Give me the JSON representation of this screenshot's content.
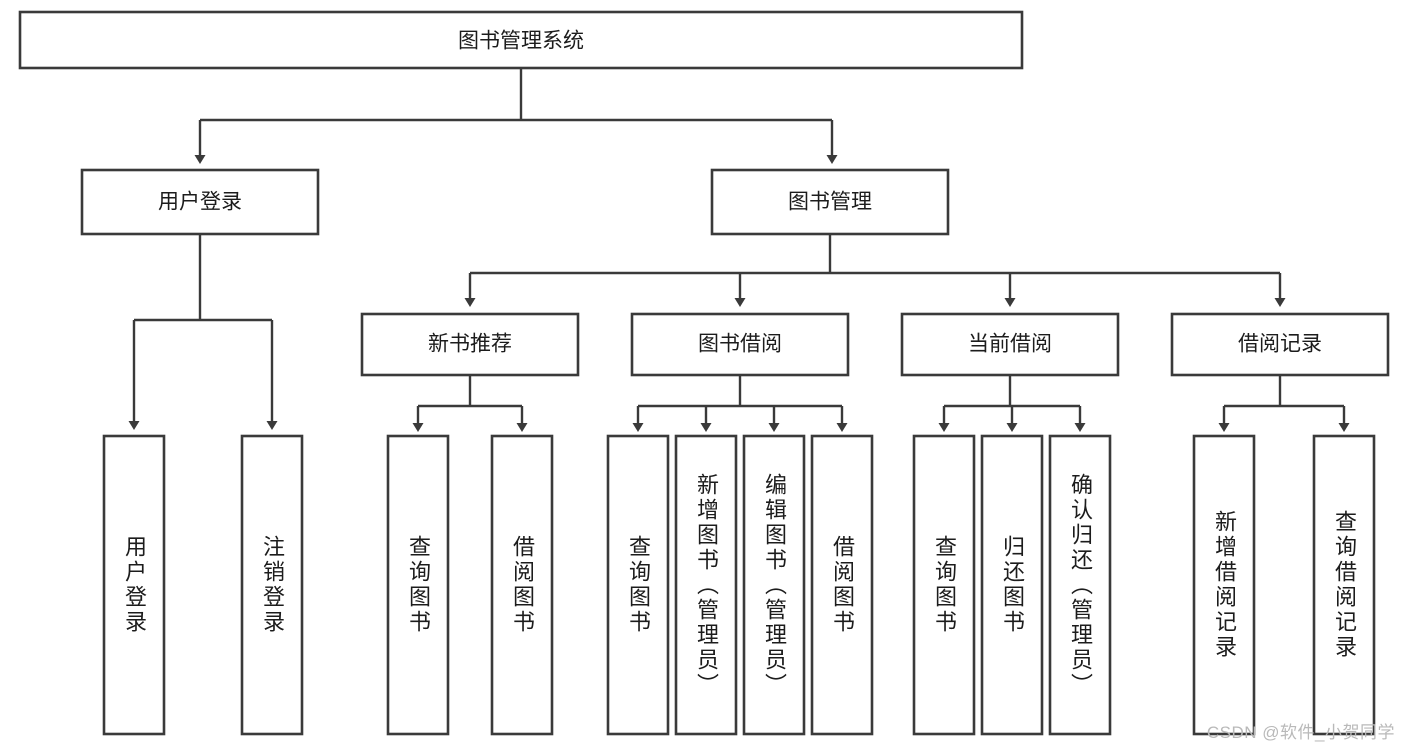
{
  "diagram": {
    "type": "tree-hierarchy",
    "title": "图书管理系统",
    "orientation": "top-down",
    "colors": {
      "box_stroke": "#3a3a3a",
      "box_fill": "#ffffff",
      "connector": "#3a3a3a",
      "text": "#1c1c1c",
      "watermark": "#b9b9b9",
      "background": "#ffffff"
    },
    "root": {
      "label": "图书管理系统"
    },
    "level1": [
      {
        "label": "用户登录"
      },
      {
        "label": "图书管理"
      }
    ],
    "level2": [
      {
        "label": "新书推荐"
      },
      {
        "label": "图书借阅"
      },
      {
        "label": "当前借阅"
      },
      {
        "label": "借阅记录"
      }
    ],
    "leaves": {
      "user_login": [
        {
          "label": "用户登录"
        },
        {
          "label": "注销登录"
        }
      ],
      "new_book_recommend": [
        {
          "label": "查询图书"
        },
        {
          "label": "借阅图书"
        }
      ],
      "book_borrow": [
        {
          "label": "查询图书"
        },
        {
          "label": "新增图书（管理员）"
        },
        {
          "label": "编辑图书（管理员）"
        },
        {
          "label": "借阅图书"
        }
      ],
      "current_borrow": [
        {
          "label": "查询图书"
        },
        {
          "label": "归还图书"
        },
        {
          "label": "确认归还（管理员）"
        }
      ],
      "borrow_record": [
        {
          "label": "新增借阅记录"
        },
        {
          "label": "查询借阅记录"
        }
      ]
    },
    "watermark": "CSDN @软件_小贺同学"
  }
}
